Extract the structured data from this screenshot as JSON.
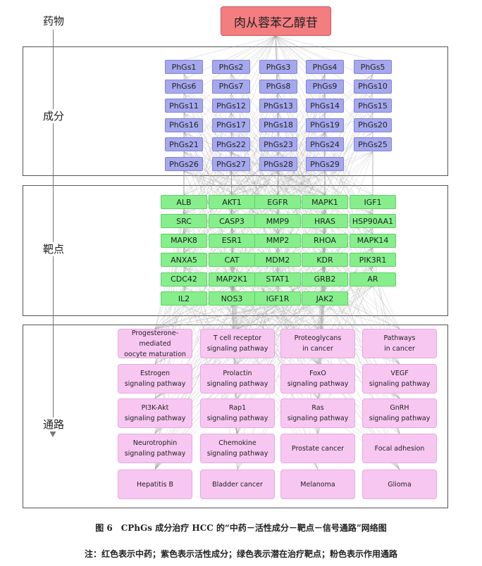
{
  "levels": [
    "药物",
    "成分",
    "靶点",
    "通路"
  ],
  "drug": "肉从蓉苯乙醇苷",
  "components": [
    "PhGs1",
    "PhGs2",
    "PhGs3",
    "PhGs4",
    "PhGs5",
    "PhGs6",
    "PhGs7",
    "PhGs8",
    "PhGs9",
    "PhGs10",
    "PhGs11",
    "PhGs12",
    "PhGs13",
    "PhGs14",
    "PhGs15",
    "PhGs16",
    "PhGs17",
    "PhGs18",
    "PhGs19",
    "PhGs20",
    "PhGs21",
    "PhGs22",
    "PhGs23",
    "PhGs24",
    "PhGs25",
    "PhGs26",
    "PhGs27",
    "PhGs28",
    "PhGs29"
  ],
  "targets": [
    "ALB",
    "AKT1",
    "EGFR",
    "MAPK1",
    "IGF1",
    "SRC",
    "CASP3",
    "MMP9",
    "HRAS",
    "HSP90AA1",
    "MAPK8",
    "ESR1",
    "MMP2",
    "RHOA",
    "MAPK14",
    "ANXA5",
    "CAT",
    "MDM2",
    "KDR",
    "PIK3R1",
    "CDC42",
    "MAP2K1",
    "STAT1",
    "GRB2",
    "AR",
    "IL2",
    "NOS3",
    "IGF1R",
    "JAK2"
  ],
  "pathways": [
    "Progesterone-mediated\noocyte maturation",
    "T cell receptor\nsignaling pathway",
    "Proteoglycans\nin cancer",
    "Pathways\nin cancer",
    "Estrogen\nsignaling pathway",
    "Prolactin\nsignaling pathway",
    "FoxO\nsignaling pathway",
    "VEGF\nsignaling pathway",
    "PI3K-Akt\nsignaling pathway",
    "Rap1\nsignaling pathway",
    "Ras\nsignaling pathway",
    "GnRH\nsignaling pathway",
    "Neurotrophin\nsignaling pathway",
    "Chemokine\nsignaling pathway",
    "Prostate cancer",
    "Focal adhesion",
    "Hepatitis B",
    "Bladder cancer",
    "Melanoma",
    "Glioma"
  ],
  "caption": "图 6　CPhGs 成分治疗 HCC 的“中药－活性成分－靶点－信号通路”网络图",
  "note": "注：红色表示中药；紫色表示活性成分；绿色表示潜在治疗靶点；粉色表示作用通路",
  "colors": {
    "drug": "#f47d80",
    "component": "#a6a8ee",
    "target": "#86ef8c",
    "pathway": "#f7c7f2",
    "edge": "#9a9a9a"
  }
}
